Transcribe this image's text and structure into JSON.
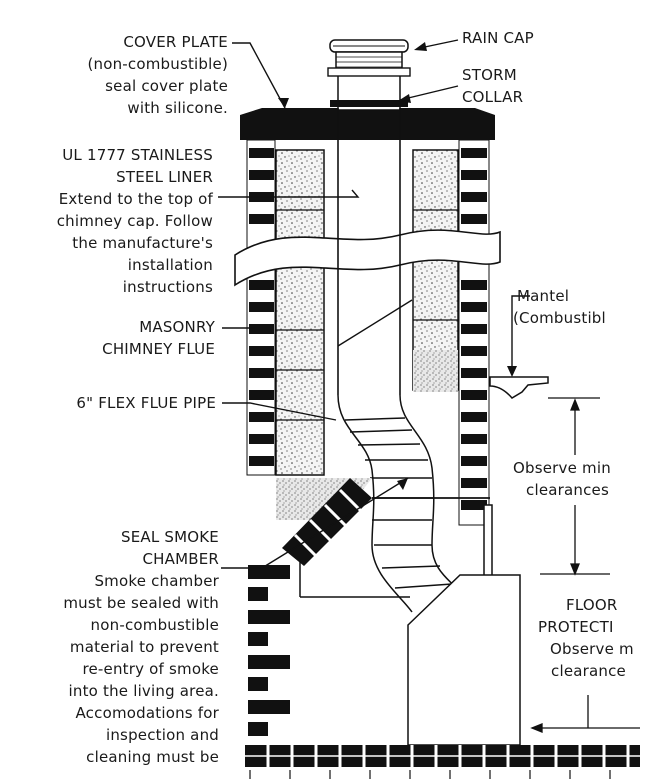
{
  "labels": {
    "cover_plate": [
      "COVER PLATE",
      "(non-combustible)",
      "seal cover plate",
      "with silicone."
    ],
    "rain_cap": [
      "RAIN CAP"
    ],
    "storm_collar": [
      "STORM",
      "COLLAR"
    ],
    "liner": [
      "UL 1777 STAINLESS",
      "STEEL LINER",
      "Extend to the top of",
      "chimney cap. Follow",
      "the manufacture's",
      "installation",
      "instructions"
    ],
    "masonry_flue": [
      "MASONRY",
      "CHIMNEY FLUE"
    ],
    "flex_pipe": [
      "6\" FLEX FLUE PIPE"
    ],
    "mantel": [
      "Mantel",
      "(Combustibl"
    ],
    "clearances": [
      "Observe min",
      "clearances"
    ],
    "smoke_chamber": [
      "SEAL SMOKE",
      "CHAMBER",
      "Smoke chamber",
      "must be sealed with",
      "non-combustible",
      "material to prevent",
      "re-entry of smoke",
      "into the living area.",
      "Accomodations for",
      "inspection and",
      "cleaning must be"
    ],
    "floor_protection": [
      "FLOOR",
      "PROTECTI",
      "Observe m",
      "clearance"
    ]
  },
  "colors": {
    "ink": "#1a1a1a",
    "brick": "#111111",
    "liner": "#ffffff"
  }
}
